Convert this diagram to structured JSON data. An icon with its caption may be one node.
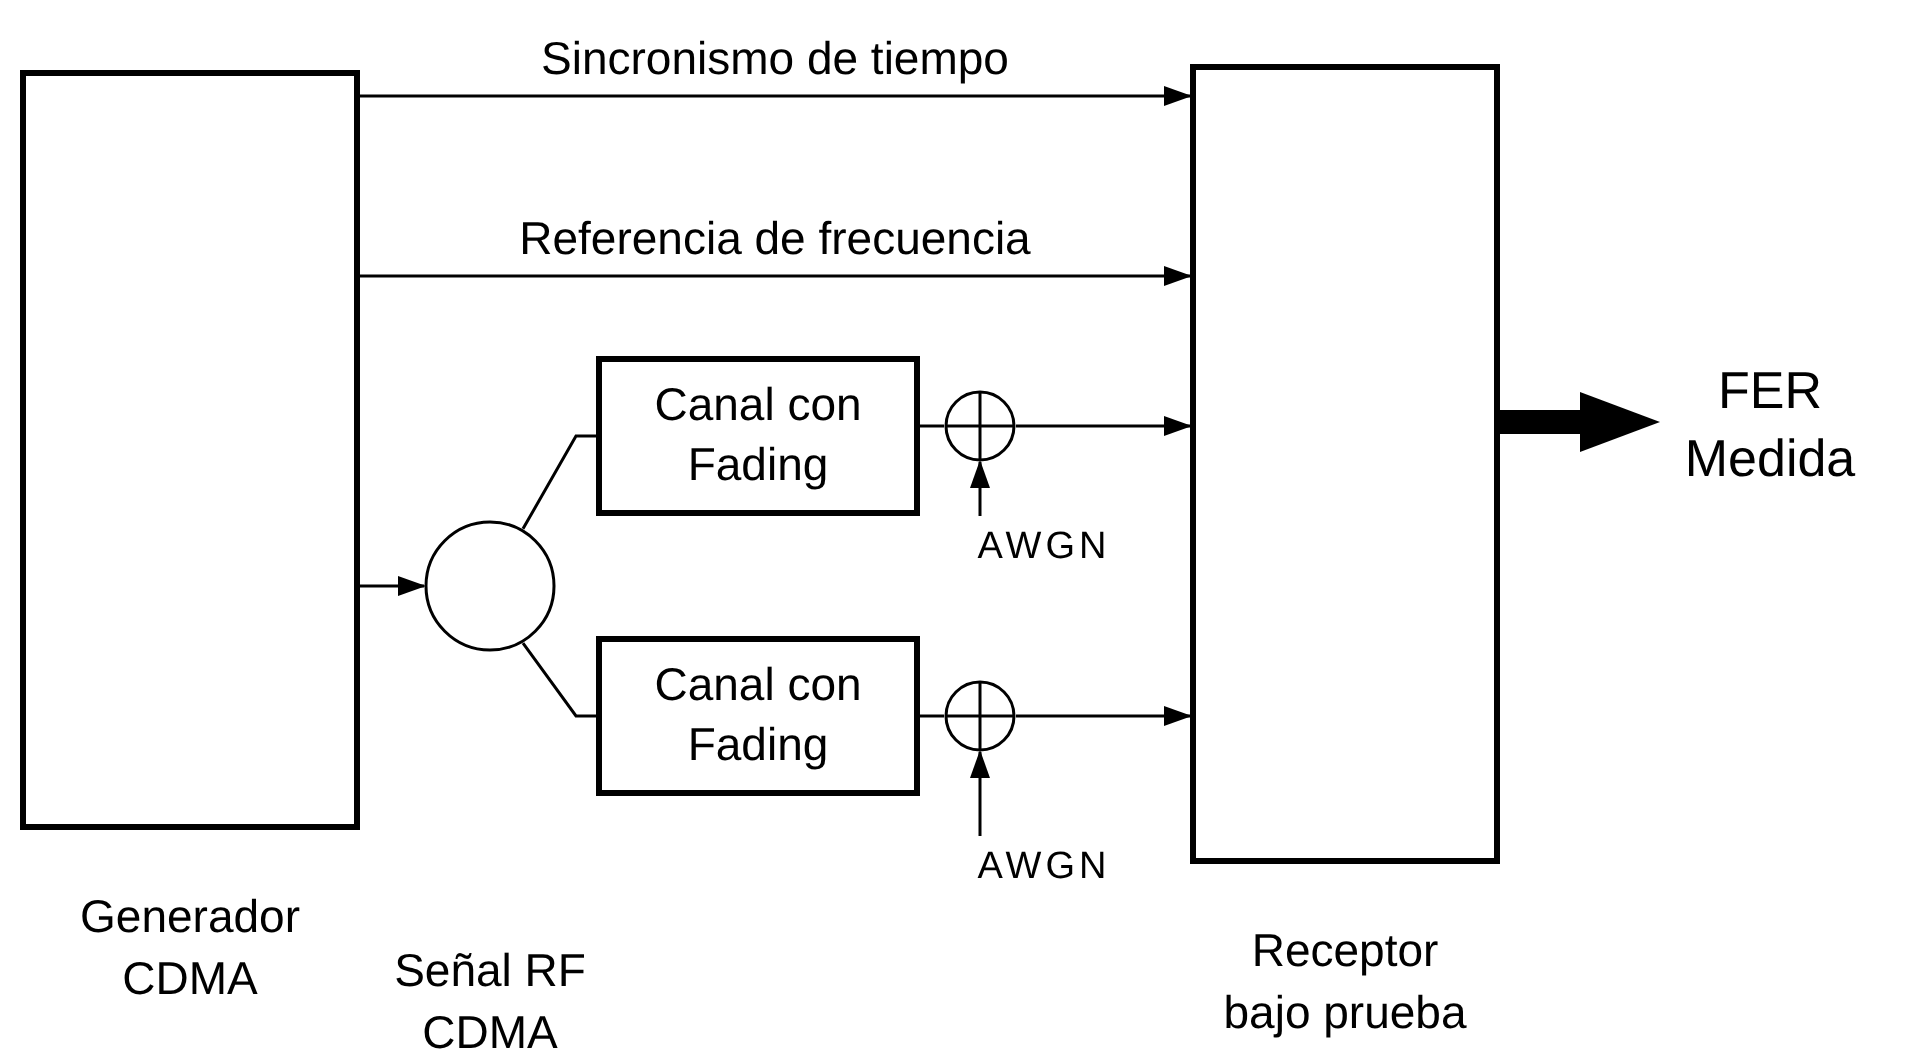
{
  "diagram": {
    "nodes": [
      {
        "text": [
          "Generador CDMA"
        ]
      },
      {
        "text": [
          "Receptor bajo prueba"
        ]
      },
      {
        "text": [],
        "shape": "circle"
      },
      {
        "text": [
          "Canal con Fading"
        ]
      },
      {
        "text": [
          "Canal con Fading"
        ]
      },
      {
        "text": [],
        "shape": "circle"
      },
      {
        "text": [],
        "shape": "circle"
      },
      {
        "text": [
          "AWGN"
        ]
      },
      {
        "text": [
          "AWGN"
        ]
      },
      {
        "text": [
          "FER Medida"
        ]
      }
    ],
    "edges": [
      {
        "from": 0,
        "to": 1,
        "arrow": "to",
        "label": "Sincronismo de tiempo"
      },
      {
        "from": 0,
        "to": 1,
        "arrow": "to",
        "label": "Referencia de frecuencia"
      },
      {
        "from": 0,
        "to": 2,
        "arrow": "to"
      },
      {
        "from": 2,
        "to": 3,
        "arrow": "none"
      },
      {
        "from": 2,
        "to": 4,
        "arrow": "none"
      },
      {
        "from": 3,
        "to": 5,
        "arrow": "none"
      },
      {
        "from": 4,
        "to": 6,
        "arrow": "none"
      },
      {
        "from": 7,
        "to": 5,
        "arrow": "to"
      },
      {
        "from": 8,
        "to": 6,
        "arrow": "to"
      },
      {
        "from": 5,
        "to": 1,
        "arrow": "to"
      },
      {
        "from": 6,
        "to": 1,
        "arrow": "to"
      },
      {
        "from": 1,
        "to": 9,
        "arrow": "to",
        "style": "thick"
      }
    ],
    "labels": [
      "Señal RF CDMA"
    ]
  }
}
